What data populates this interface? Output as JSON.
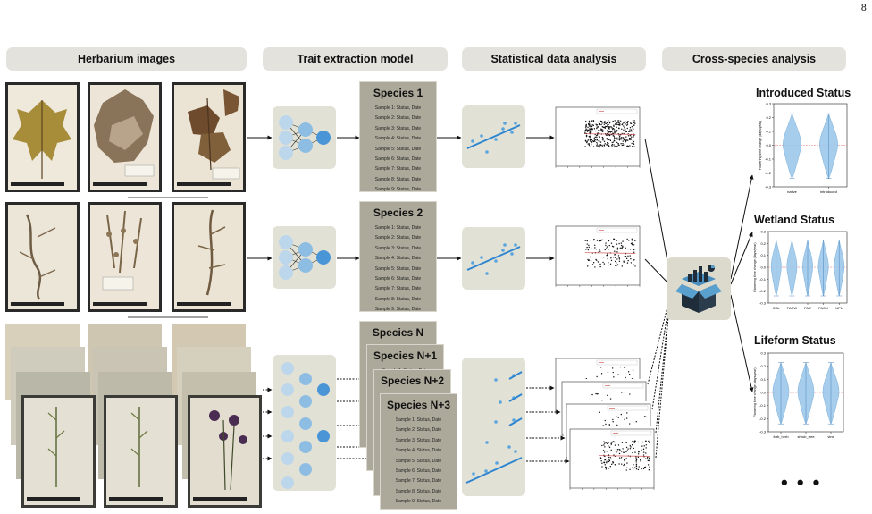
{
  "page_number": "8",
  "headers": [
    "Herbarium images",
    "Trait extraction model",
    "Statistical data analysis",
    "Cross-species analysis"
  ],
  "species_cards": [
    {
      "title": "Species 1",
      "lines": [
        "Sample 1: Status, Date",
        "Sample 2: Status, Date",
        "Sample 3: Status, Date",
        "Sample 4: Status, Date",
        "Sample 5: Status, Date",
        "Sample 6: Status, Date",
        "Sample 7: Status, Date",
        "Sample 8: Status, Date",
        "Sample 9: Status, Date"
      ]
    },
    {
      "title": "Species 2",
      "lines": [
        "Sample 1: Status, Date",
        "Sample 2: Status, Date",
        "Sample 3: Status, Date",
        "Sample 4: Status, Date",
        "Sample 5: Status, Date",
        "Sample 6: Status, Date",
        "Sample 7: Status, Date",
        "Sample 8: Status, Date",
        "Sample 9: Status, Date"
      ]
    },
    {
      "title": "Species N",
      "lines": []
    },
    {
      "title": "Species N+1",
      "lines": [
        "Sample 1: Status, Date"
      ]
    },
    {
      "title": "Species N+2",
      "lines": [
        "Sample 1: Status, Date"
      ]
    },
    {
      "title": "Species N+3",
      "lines": [
        "Sample 1: Status, Date",
        "Sample 2: Status, Date",
        "Sample 3: Status, Date",
        "Sample 4: Status, Date",
        "Sample 5: Status, Date",
        "Sample 6: Status, Date",
        "Sample 7: Status, Date",
        "Sample 8: Status, Date",
        "Sample 9: Status, Date"
      ]
    }
  ],
  "status_titles": [
    "Introduced Status",
    "Wetland Status",
    "Lifeform Status"
  ],
  "ellipsis": "• • •",
  "chart_data": [
    {
      "type": "violin",
      "title": "Introduced Status",
      "categories": [
        "native",
        "introduced"
      ],
      "ylim": [
        -0.3,
        0.3
      ],
      "yticks": [
        "-0.3",
        "-0.2",
        "-0.1",
        "0.0",
        "0.1",
        "0.2",
        "0.3"
      ],
      "ylabel": "Flowering time change (days/year)"
    },
    {
      "type": "violin",
      "title": "Wetland Status",
      "categories": [
        "OBL",
        "FACW",
        "FAC",
        "FACU",
        "UPL"
      ],
      "ylim": [
        -0.3,
        0.3
      ],
      "yticks": [
        "-0.3",
        "-0.2",
        "-0.1",
        "0.0",
        "0.1",
        "0.2",
        "0.3"
      ],
      "ylabel": "Flowering time change (days/year)"
    },
    {
      "type": "violin",
      "title": "Lifeform Status",
      "categories": [
        "forb_herb",
        "shrub_tree",
        "vine"
      ],
      "ylim": [
        -0.3,
        0.3
      ],
      "yticks": [
        "-0.3",
        "-0.2",
        "-0.1",
        "0.0",
        "0.1",
        "0.2",
        "0.3"
      ],
      "ylabel": "Flowering time change (days/year)"
    }
  ]
}
